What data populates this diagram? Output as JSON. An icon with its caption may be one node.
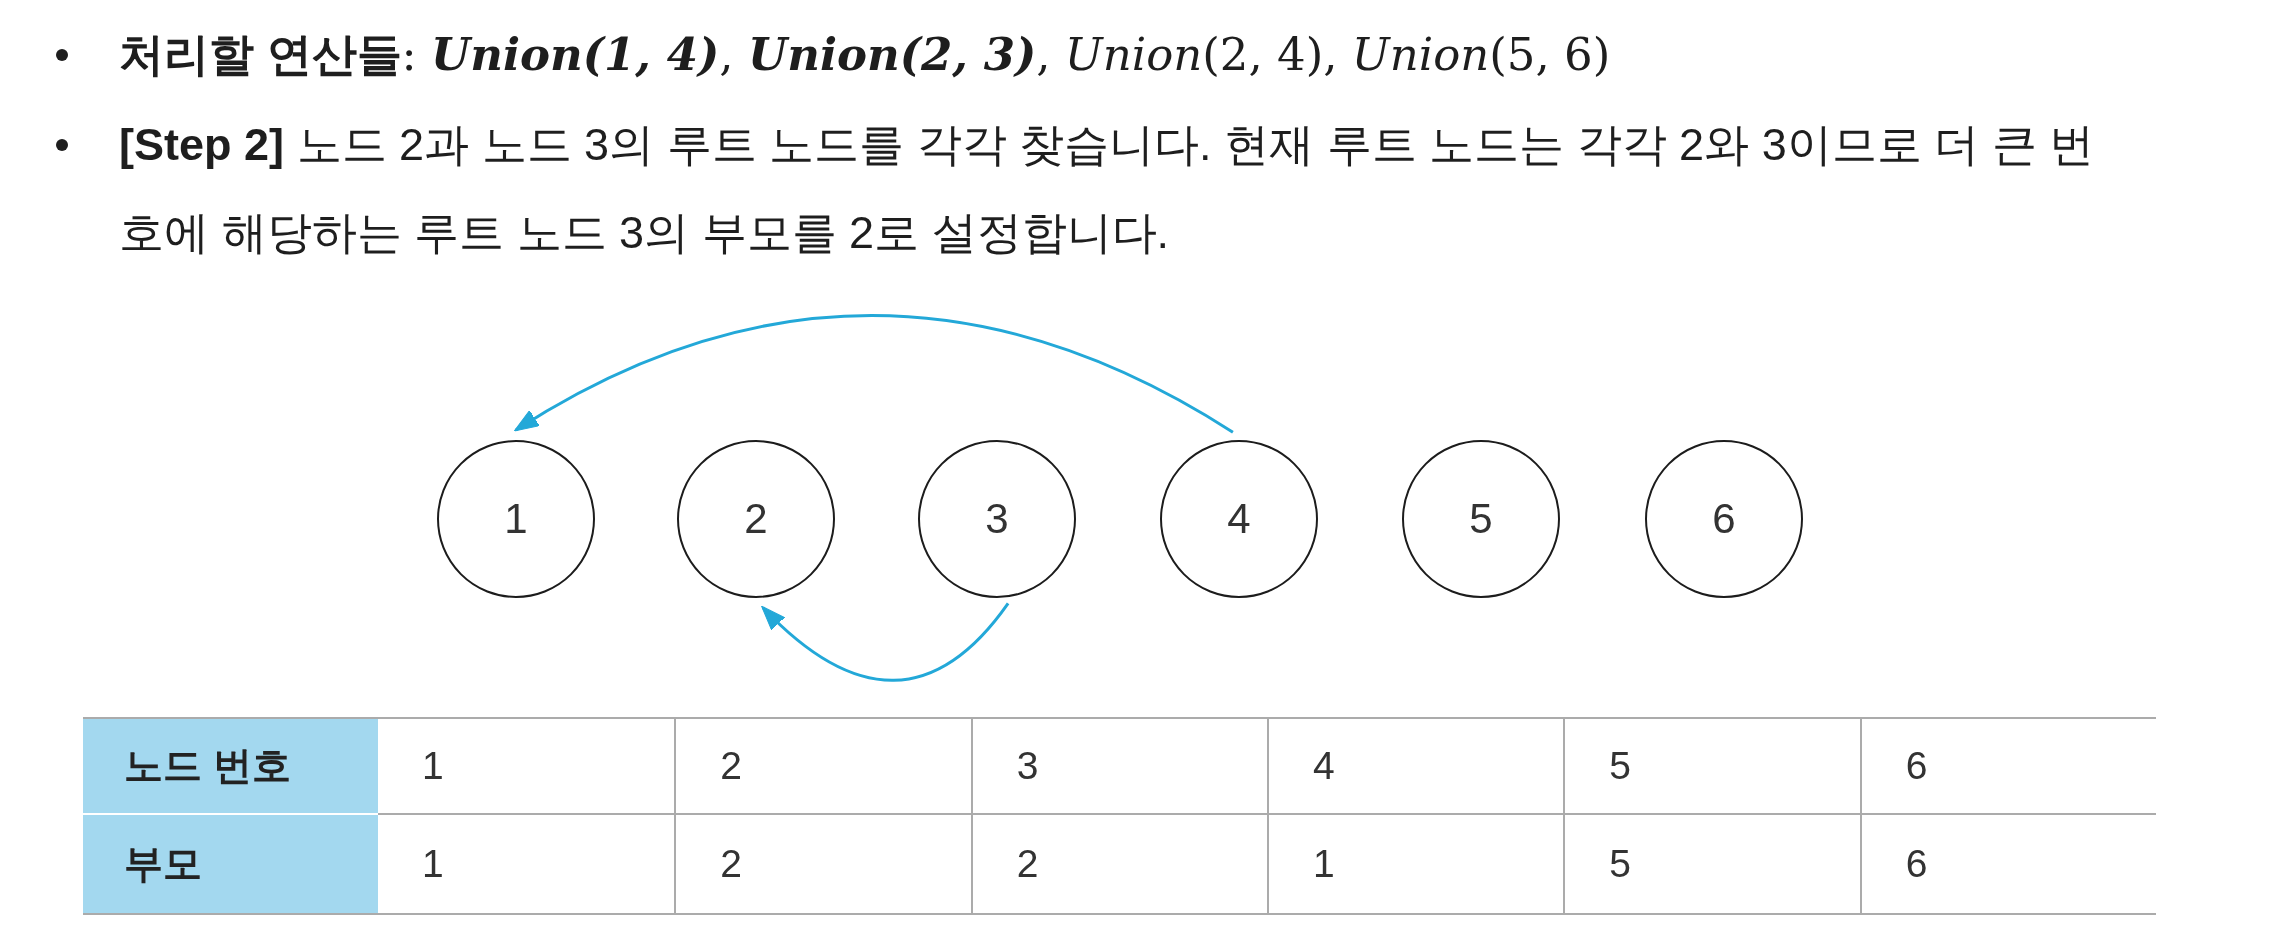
{
  "diagram": {
    "nodes": [
      {
        "text": [
          "1"
        ]
      },
      {
        "text": [
          "2"
        ]
      },
      {
        "text": [
          "3"
        ]
      },
      {
        "text": [
          "4"
        ]
      },
      {
        "text": [
          "5"
        ]
      },
      {
        "text": [
          "6"
        ]
      }
    ],
    "edges": [
      {
        "from": 3,
        "to": 0,
        "arrow": "to"
      },
      {
        "from": 2,
        "to": 1,
        "arrow": "to"
      }
    ],
    "labels": [
      "**처리할 연산들**: **Union(1, 4)**, **Union(2, 3)**, *Union*(2, 4), *Union*(5, 6)",
      "**[Step 2]** 노드 2과 노드 3의 루트 노드를 각각 찾습니다. 현재 루트 노드는 각각 2와 3이므로 더 큰 번호에 해당하는 루트 노드 3의 부모를 2로 설정합니다.",
      "노드 번호",
      "1",
      "2",
      "3",
      "4",
      "5",
      "6",
      "부모",
      "1",
      "2",
      "2",
      "1",
      "5",
      "6"
    ]
  }
}
